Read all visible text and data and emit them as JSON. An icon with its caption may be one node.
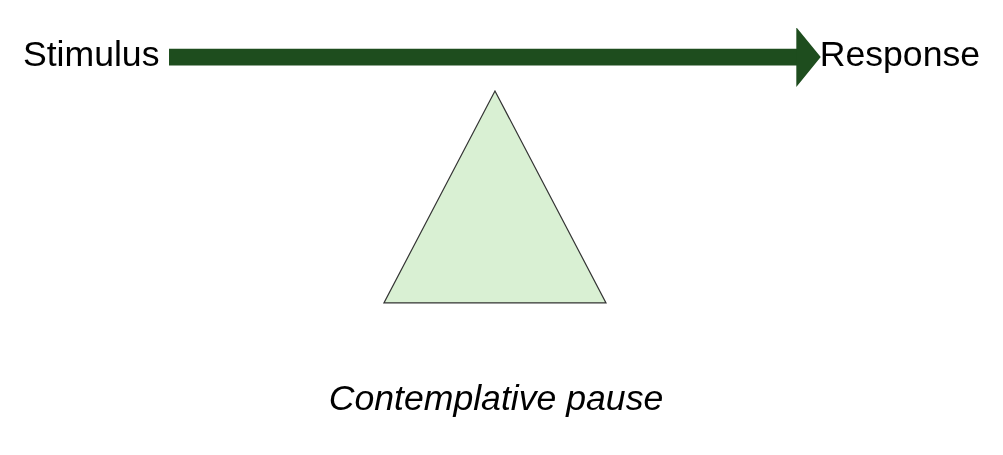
{
  "diagram": {
    "nodes": [
      {
        "text": [
          "Stimulus"
        ]
      },
      {
        "text": [
          "Response"
        ]
      },
      {
        "text": [],
        "shape": "triangle",
        "beside": [
          "Contemplative pause"
        ]
      }
    ],
    "edges": [
      {
        "from": 0,
        "to": 1,
        "arrow": "to",
        "color": "#1e4d1e"
      }
    ]
  }
}
